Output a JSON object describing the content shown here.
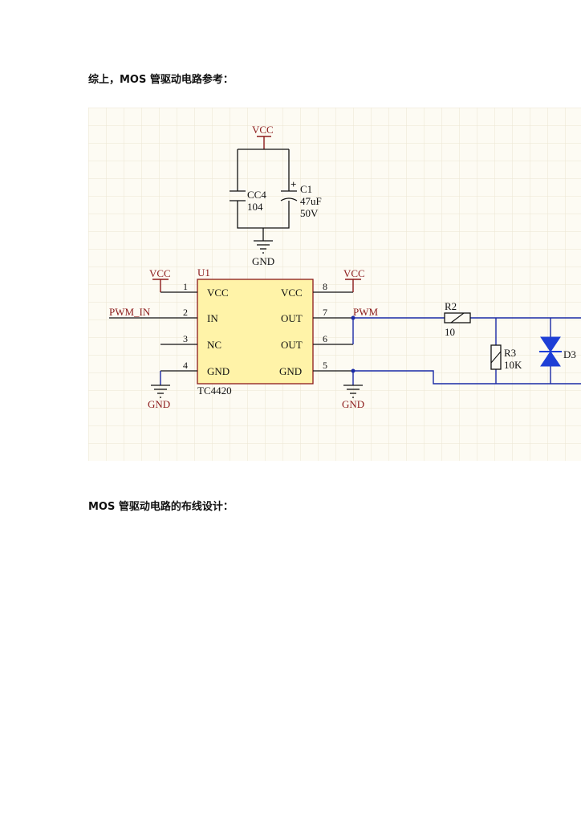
{
  "headings": {
    "driver_ref": "综上，MOS 管驱动电路参考：",
    "layout_design": "MOS 管驱动电路的布线设计："
  },
  "schematic": {
    "colors": {
      "grid_bg": "#fdfbf3",
      "grid_line": "#ece6d2",
      "wire": "#1a2aa6",
      "power": "#8b1a1a",
      "ic_fill": "#fff3a8",
      "diode": "#1e3fd6"
    },
    "cap_top": {
      "vcc": "VCC",
      "cc4_ref": "CC4",
      "cc4_val": "104",
      "c1_ref": "C1",
      "c1_val": "47uF",
      "c1_volt": "50V",
      "plus": "+",
      "gnd": "GND"
    },
    "ic": {
      "ref": "U1",
      "part": "TC4420",
      "pins_left": [
        {
          "num": "1",
          "name": "VCC"
        },
        {
          "num": "2",
          "name": "IN"
        },
        {
          "num": "3",
          "name": "NC"
        },
        {
          "num": "4",
          "name": "GND"
        }
      ],
      "pins_right": [
        {
          "num": "8",
          "name": "VCC"
        },
        {
          "num": "7",
          "name": "OUT"
        },
        {
          "num": "6",
          "name": "OUT"
        },
        {
          "num": "5",
          "name": "GND"
        }
      ]
    },
    "nets": {
      "vcc_left": "VCC",
      "vcc_right": "VCC",
      "pwm_in": "PWM_IN",
      "pwm": "PWM",
      "gnd_left": "GND",
      "gnd_right": "GND"
    },
    "r2": {
      "ref": "R2",
      "val": "10"
    },
    "r3": {
      "ref": "R3",
      "val": "10K"
    },
    "d3": {
      "ref": "D3"
    }
  }
}
